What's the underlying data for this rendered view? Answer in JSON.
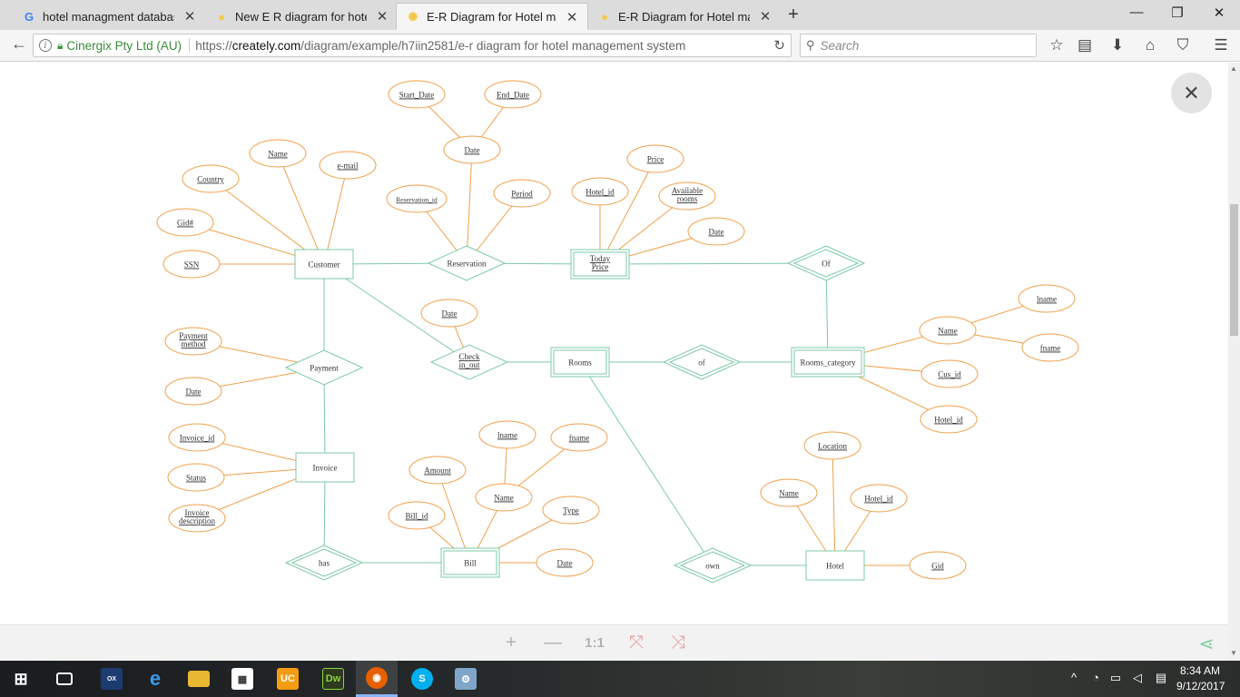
{
  "browser": {
    "tabs": [
      {
        "title": "hotel managment databas...",
        "icon": "google-icon",
        "active": false
      },
      {
        "title": "New E R diagram for hotel...",
        "icon": "creately-bulb-icon",
        "active": false
      },
      {
        "title": "E-R Diagram for Hotel ma...",
        "icon": "creately-loading-icon",
        "active": true
      },
      {
        "title": "E-R Diagram for Hotel ma...",
        "icon": "creately-bulb-icon",
        "active": false
      }
    ],
    "close_glyph": "✕",
    "new_tab_glyph": "+",
    "window_controls": {
      "minimize": "—",
      "restore": "❐",
      "close": "✕"
    },
    "site_identity": "Cinergix Pty Ltd (AU)",
    "url_prefix": "https://",
    "url_domain": "creately.com",
    "url_path": "/diagram/example/h7iin2581/e-r diagram for hotel management system",
    "search_placeholder": "Search"
  },
  "diagram": {
    "entities": [
      {
        "id": "customer",
        "label": "Customer",
        "weak": false
      },
      {
        "id": "today-price",
        "label": "Today Price",
        "weak": true
      },
      {
        "id": "rooms",
        "label": "Rooms",
        "weak": true
      },
      {
        "id": "rooms-category",
        "label": "Rooms_category",
        "weak": true
      },
      {
        "id": "invoice",
        "label": "Invoice",
        "weak": false
      },
      {
        "id": "bill",
        "label": "Bill",
        "weak": true
      },
      {
        "id": "hotel",
        "label": "Hotel",
        "weak": false
      }
    ],
    "relationships": [
      {
        "id": "reservation",
        "label": "Reservation",
        "weak": false
      },
      {
        "id": "of-top",
        "label": "Of",
        "weak": true
      },
      {
        "id": "payment",
        "label": "Payment",
        "weak": false
      },
      {
        "id": "check-in-out",
        "label": "Check in_out",
        "weak": false
      },
      {
        "id": "of-rooms",
        "label": "of",
        "weak": true
      },
      {
        "id": "has",
        "label": "has",
        "weak": true
      },
      {
        "id": "own",
        "label": "own",
        "weak": true
      }
    ],
    "attributes": [
      {
        "id": "start-date",
        "label": "Start_Date"
      },
      {
        "id": "end-date",
        "label": "End_Date"
      },
      {
        "id": "res-date",
        "label": "Date"
      },
      {
        "id": "name-cust",
        "label": "Name"
      },
      {
        "id": "email",
        "label": "e-mail"
      },
      {
        "id": "country",
        "label": "Country"
      },
      {
        "id": "gid-cust",
        "label": "Gid#"
      },
      {
        "id": "ssn",
        "label": "SSN"
      },
      {
        "id": "reservation-id",
        "label": "Reservation_id"
      },
      {
        "id": "period",
        "label": "Period"
      },
      {
        "id": "price",
        "label": "Price"
      },
      {
        "id": "hotel-id-price",
        "label": "Hotel_id"
      },
      {
        "id": "available-rooms",
        "label": "Available rooms"
      },
      {
        "id": "price-date",
        "label": "Date"
      },
      {
        "id": "checkin-date",
        "label": "Date"
      },
      {
        "id": "payment-method",
        "label": "Payment method"
      },
      {
        "id": "payment-date",
        "label": "Date"
      },
      {
        "id": "lname-cat",
        "label": "lname"
      },
      {
        "id": "name-cat",
        "label": "Name"
      },
      {
        "id": "fname-cat",
        "label": "fname"
      },
      {
        "id": "cus-id",
        "label": "Cus_id"
      },
      {
        "id": "hotel-id-cat",
        "label": "Hotel_id"
      },
      {
        "id": "invoice-id",
        "label": "Invoice_id"
      },
      {
        "id": "status",
        "label": "Status"
      },
      {
        "id": "invoice-description",
        "label": "Invoice description"
      },
      {
        "id": "lname-bill",
        "label": "lname"
      },
      {
        "id": "fname-bill",
        "label": "fname"
      },
      {
        "id": "amount",
        "label": "Amount"
      },
      {
        "id": "name-bill",
        "label": "Name"
      },
      {
        "id": "bill-id",
        "label": "Bill_id"
      },
      {
        "id": "type",
        "label": "Type"
      },
      {
        "id": "bill-date",
        "label": "Date"
      },
      {
        "id": "location",
        "label": "Location"
      },
      {
        "id": "name-hotel",
        "label": "Name"
      },
      {
        "id": "hotel-id-hotel",
        "label": "Hotel_id"
      },
      {
        "id": "gid-hotel",
        "label": "Gid"
      }
    ],
    "colors": {
      "entity": "#7cc9a8",
      "attribute": "#f0a04b",
      "text": "#333333"
    }
  },
  "toolbar": {
    "zoom_in": "+",
    "zoom_out": "—",
    "zoom_reset": "1:1"
  },
  "taskbar": {
    "time": "8:34 AM",
    "date": "9/12/2017"
  }
}
